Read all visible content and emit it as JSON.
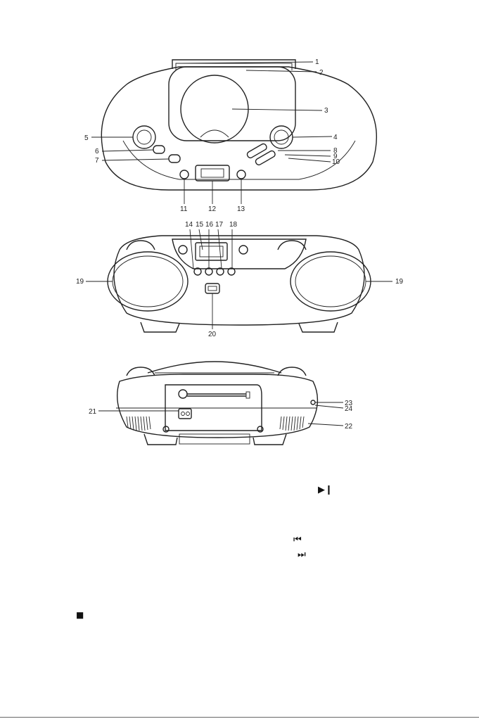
{
  "views": {
    "top": {
      "callouts": [
        "1",
        "2",
        "3",
        "4",
        "5",
        "6",
        "7",
        "8",
        "9",
        "10",
        "11",
        "12",
        "13"
      ]
    },
    "front": {
      "callouts": [
        "14",
        "15",
        "16",
        "17",
        "18",
        "19",
        "19",
        "20"
      ]
    },
    "rear": {
      "callouts": [
        "21",
        "22",
        "23",
        "24"
      ]
    }
  },
  "symbols": {
    "play_pause": "▶❙",
    "skip_back": "⏮",
    "skip_forward": "⏭",
    "stop": "■"
  }
}
